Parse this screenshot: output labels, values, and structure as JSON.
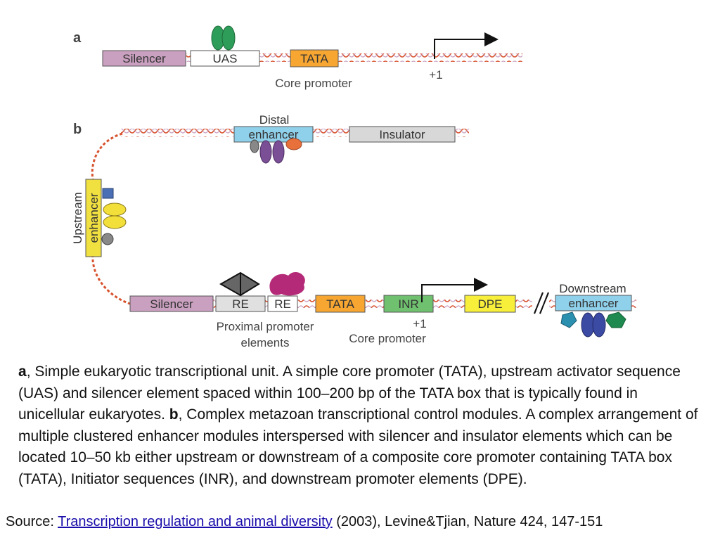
{
  "diagram": {
    "panel_a": {
      "letter": "a",
      "elements": [
        "Silencer",
        "UAS",
        "TATA"
      ],
      "tss_label": "+1",
      "core_label": "Core promoter"
    },
    "panel_b": {
      "letter": "b",
      "distal_enhancer": [
        "Distal",
        "enhancer"
      ],
      "insulator": "Insulator",
      "upstream_enhancer": [
        "Upstream",
        "enhancer"
      ],
      "elements": [
        "Silencer",
        "RE",
        "RE",
        "TATA",
        "INR",
        "DPE"
      ],
      "downstream_enhancer": [
        "Downstream",
        "enhancer"
      ],
      "proximal_label": [
        "Proximal promoter",
        "elements"
      ],
      "tss_label": "+1",
      "core_label": "Core promoter"
    },
    "colors": {
      "silencer": "#c9a0bf",
      "uas": "#ffffff",
      "tata": "#f7a632",
      "enhancer": "#8fd0ea",
      "insulator": "#d8d8d8",
      "upstream_enhancer": "#f0e040",
      "inr": "#6fc06f",
      "dpe": "#f7ef3a",
      "dna": "#d8522e"
    }
  },
  "caption": {
    "a_letter": "a",
    "a_text": ", Simple eukaryotic transcriptional unit. A simple core promoter (TATA), upstream activator sequence (UAS) and silencer element spaced within 100–200 bp of the TATA box that is typically found in unicellular eukaryotes. ",
    "b_letter": "b",
    "b_text": ", Complex metazoan transcriptional control modules. A complex arrangement of multiple clustered enhancer modules interspersed with silencer and insulator elements which can be located 10–50 kb either upstream or downstream of a composite core promoter containing TATA box (TATA), Initiator sequences (INR), and downstream promoter elements (DPE)."
  },
  "source": {
    "prefix": "Source: ",
    "link_text": "Transcription regulation and animal diversity",
    "suffix": " (2003), Levine&Tjian, Nature 424, 147-151"
  }
}
